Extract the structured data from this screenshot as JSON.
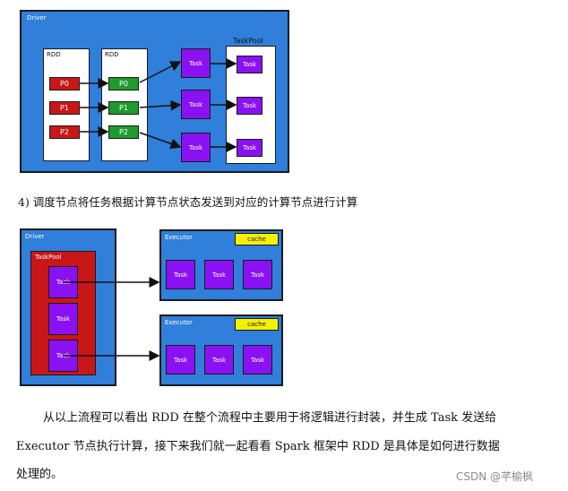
{
  "diagram1": {
    "driver_label": "Driver",
    "rdd1_label": "RDD",
    "rdd2_label": "RDD",
    "taskpool_label": "TaskPool",
    "partitions": [
      "P0",
      "P1",
      "P2"
    ],
    "task_label": "Task"
  },
  "step4_text": "4)   调度节点将任务根据计算节点状态发送到对应的计算节点进行计算",
  "diagram2": {
    "driver_label": "Driver",
    "taskpool_label": "TaskPool",
    "task_label": "Task",
    "executor_label": "Executor",
    "cache_label": "cache"
  },
  "paragraph": {
    "line1": "从以上流程可以看出 RDD 在整个流程中主要用于将逻辑进行封装，并生成 Task 发送给",
    "line2": "Executor 节点执行计算，接下来我们就一起看看 Spark 框架中 RDD 是具体是如何进行数据",
    "line3": "处理的。"
  },
  "watermark": "CSDN @芊榆枫",
  "colors": {
    "driver_blue": "#2f7fdb",
    "partition_red": "#c91616",
    "partition_green": "#1f9b2d",
    "task_purple": "#8a12f2",
    "cache_yellow": "#f5f000"
  }
}
